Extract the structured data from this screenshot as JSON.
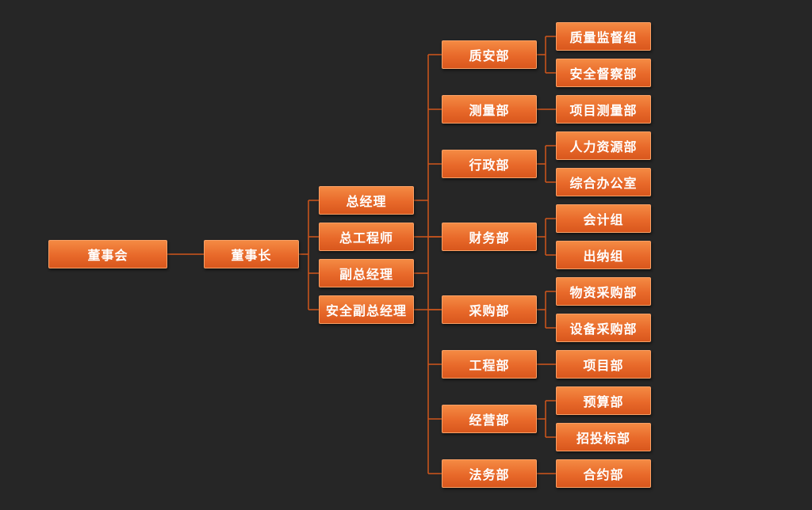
{
  "chart": {
    "accent_color": "#e8692a",
    "line_color": "#d0561c",
    "background": "#262626"
  },
  "org": {
    "board": "董事会",
    "chairman": "董事长",
    "executives": [
      "总经理",
      "总工程师",
      "副总经理",
      "安全副总经理"
    ],
    "departments": [
      {
        "name": "质安部",
        "subs": [
          "质量监督组",
          "安全督察部"
        ]
      },
      {
        "name": "测量部",
        "subs": [
          "项目测量部"
        ]
      },
      {
        "name": "行政部",
        "subs": [
          "人力资源部",
          "综合办公室"
        ]
      },
      {
        "name": "财务部",
        "subs": [
          "会计组",
          "出纳组"
        ]
      },
      {
        "name": "采购部",
        "subs": [
          "物资采购部",
          "设备采购部"
        ]
      },
      {
        "name": "工程部",
        "subs": [
          "项目部"
        ]
      },
      {
        "name": "经营部",
        "subs": [
          "预算部",
          "招投标部"
        ]
      },
      {
        "name": "法务部",
        "subs": [
          "合约部"
        ]
      }
    ]
  }
}
